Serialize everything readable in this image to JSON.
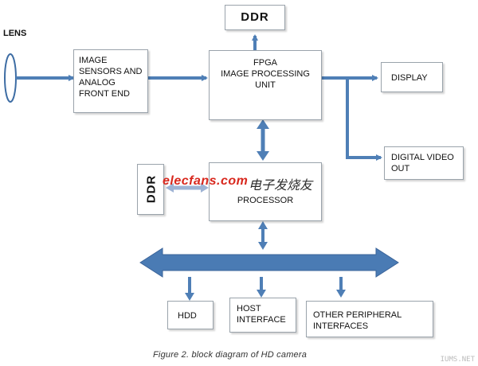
{
  "lens": {
    "label": "LENS"
  },
  "blocks": {
    "sensor": {
      "label": "IMAGE\nSENSORS AND\nANALOG\nFRONT END"
    },
    "fpga": {
      "label": "FPGA\nIMAGE PROCESSING\nUNIT"
    },
    "ddr_top": {
      "label": "DDR"
    },
    "display": {
      "label": "DISPLAY"
    },
    "digital_video": {
      "label": "DIGITAL VIDEO\nOUT"
    },
    "ddr_left": {
      "label": "DDR"
    },
    "processor": {
      "label": "PROCESSOR"
    },
    "hdd": {
      "label": "HDD"
    },
    "host": {
      "label": "HOST\nINTERFACE"
    },
    "peripheral": {
      "label": "OTHER PERIPHERAL\nINTERFACES"
    }
  },
  "watermark": {
    "latin": "elecfans.com",
    "cn": "电子发烧友"
  },
  "caption": "Figure 2. block diagram of HD camera",
  "corner_mark": "IUMS.NET",
  "colors": {
    "arrow": "#4f7fb6",
    "arrow_dark": "#3e6da4",
    "box_border": "#9aa3ab",
    "watermark": "#d8281e"
  }
}
